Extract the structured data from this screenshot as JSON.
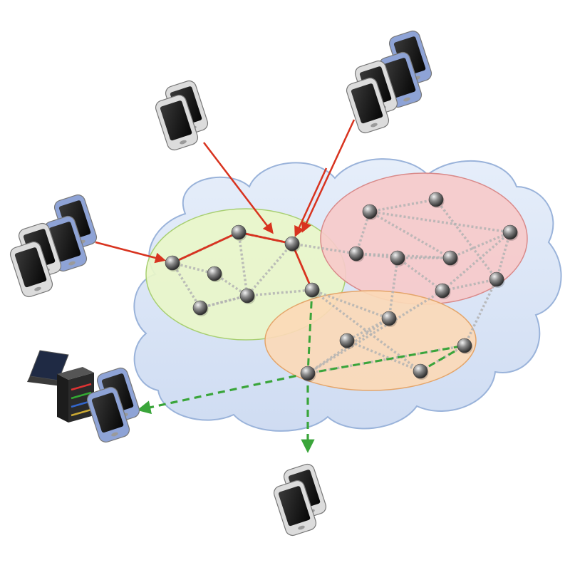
{
  "diagram": {
    "background": "#ffffff",
    "colors": {
      "cloud_fill": "#dbe6f6",
      "cloud_stroke": "#9ab3da",
      "cluster_green": "#e9f6c9",
      "cluster_green_stroke": "#a8cf72",
      "cluster_red": "#f6caca",
      "cluster_red_stroke": "#d98a8a",
      "cluster_orange": "#fbd9b7",
      "cluster_orange_stroke": "#e4a56a",
      "mesh_link": "#b3b3b3",
      "ingress_arrow": "#d8331f",
      "egress_arrow": "#3aa53a",
      "node": "#6e6e6e",
      "phone_body": "#dcdcdc",
      "phone_body_blue": "#8ea3d6",
      "phone_screen": "#111111",
      "server_body": "#2a2a2a"
    },
    "clusters": [
      {
        "name": "green-cluster",
        "color": "cluster_green"
      },
      {
        "name": "red-cluster",
        "color": "cluster_red"
      },
      {
        "name": "orange-cluster",
        "color": "cluster_orange"
      }
    ],
    "nodes": [
      {
        "id": "g1"
      },
      {
        "id": "g2"
      },
      {
        "id": "g3"
      },
      {
        "id": "g4"
      },
      {
        "id": "g5"
      },
      {
        "id": "g6"
      },
      {
        "id": "g7"
      },
      {
        "id": "r1"
      },
      {
        "id": "r2"
      },
      {
        "id": "r3"
      },
      {
        "id": "r4"
      },
      {
        "id": "r5"
      },
      {
        "id": "r6"
      },
      {
        "id": "r7"
      },
      {
        "id": "r8"
      },
      {
        "id": "o1"
      },
      {
        "id": "o2"
      },
      {
        "id": "o3"
      },
      {
        "id": "o4"
      },
      {
        "id": "o5"
      }
    ],
    "mesh_links": [
      [
        "g1",
        "g2"
      ],
      [
        "g2",
        "g3"
      ],
      [
        "g1",
        "g4"
      ],
      [
        "g1",
        "g6"
      ],
      [
        "g4",
        "g5"
      ],
      [
        "g2",
        "g5"
      ],
      [
        "g3",
        "g5"
      ],
      [
        "g5",
        "g6"
      ],
      [
        "g5",
        "g7"
      ],
      [
        "g6",
        "g5"
      ],
      [
        "g3",
        "r1"
      ],
      [
        "r1",
        "r4"
      ],
      [
        "r1",
        "r5"
      ],
      [
        "r4",
        "r5"
      ],
      [
        "r5",
        "r6"
      ],
      [
        "r2",
        "r6"
      ],
      [
        "r2",
        "r3"
      ],
      [
        "r3",
        "r7"
      ],
      [
        "r6",
        "r7"
      ],
      [
        "r4",
        "r8"
      ],
      [
        "r6",
        "r8"
      ],
      [
        "r7",
        "r8"
      ],
      [
        "r1",
        "r2"
      ],
      [
        "r2",
        "r5"
      ],
      [
        "g7",
        "o1"
      ],
      [
        "o1",
        "r4"
      ],
      [
        "o1",
        "o2"
      ],
      [
        "o1",
        "o3"
      ],
      [
        "o2",
        "o4"
      ],
      [
        "o3",
        "o5"
      ],
      [
        "o5",
        "o4"
      ],
      [
        "o3",
        "r8"
      ],
      [
        "g7",
        "o4"
      ],
      [
        "o5",
        "r7"
      ]
    ],
    "ingress_path": [
      [
        "g1",
        "g2"
      ],
      [
        "g2",
        "g3"
      ],
      [
        "g3",
        "g7"
      ]
    ],
    "egress_path": [
      [
        "g7",
        "o3"
      ],
      [
        "o3",
        "o5"
      ],
      [
        "o5",
        "o4"
      ]
    ],
    "devices": [
      {
        "name": "phone-group-top-center",
        "kind": "phone-pair",
        "tint": "gray"
      },
      {
        "name": "phone-group-top-right",
        "kind": "phone-trio",
        "tint": "mixed"
      },
      {
        "name": "phone-group-left",
        "kind": "phone-trio",
        "tint": "mixed"
      },
      {
        "name": "server-laptop-phone-group",
        "kind": "server-group",
        "tint": "blue"
      },
      {
        "name": "phone-group-bottom",
        "kind": "phone-pair",
        "tint": "gray"
      }
    ]
  }
}
